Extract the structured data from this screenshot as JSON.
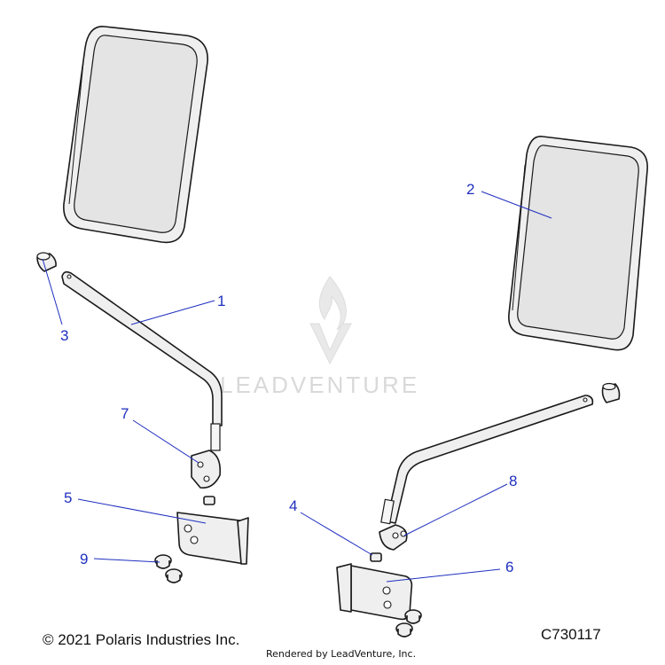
{
  "callouts": {
    "c1": "1",
    "c2": "2",
    "c3": "3",
    "c4": "4",
    "c5": "5",
    "c6": "6",
    "c7": "7",
    "c8": "8",
    "c9": "9"
  },
  "watermark": {
    "text": "LEADVENTURE"
  },
  "footer": {
    "copyright": "© 2021 Polaris Industries Inc.",
    "drawing_id": "C730117",
    "rendered_by": "Rendered by LeadVenture, Inc."
  },
  "colors": {
    "callout": "#1f2fbf",
    "outline": "#1a1a1a",
    "watermark": "#d9d9d9"
  }
}
